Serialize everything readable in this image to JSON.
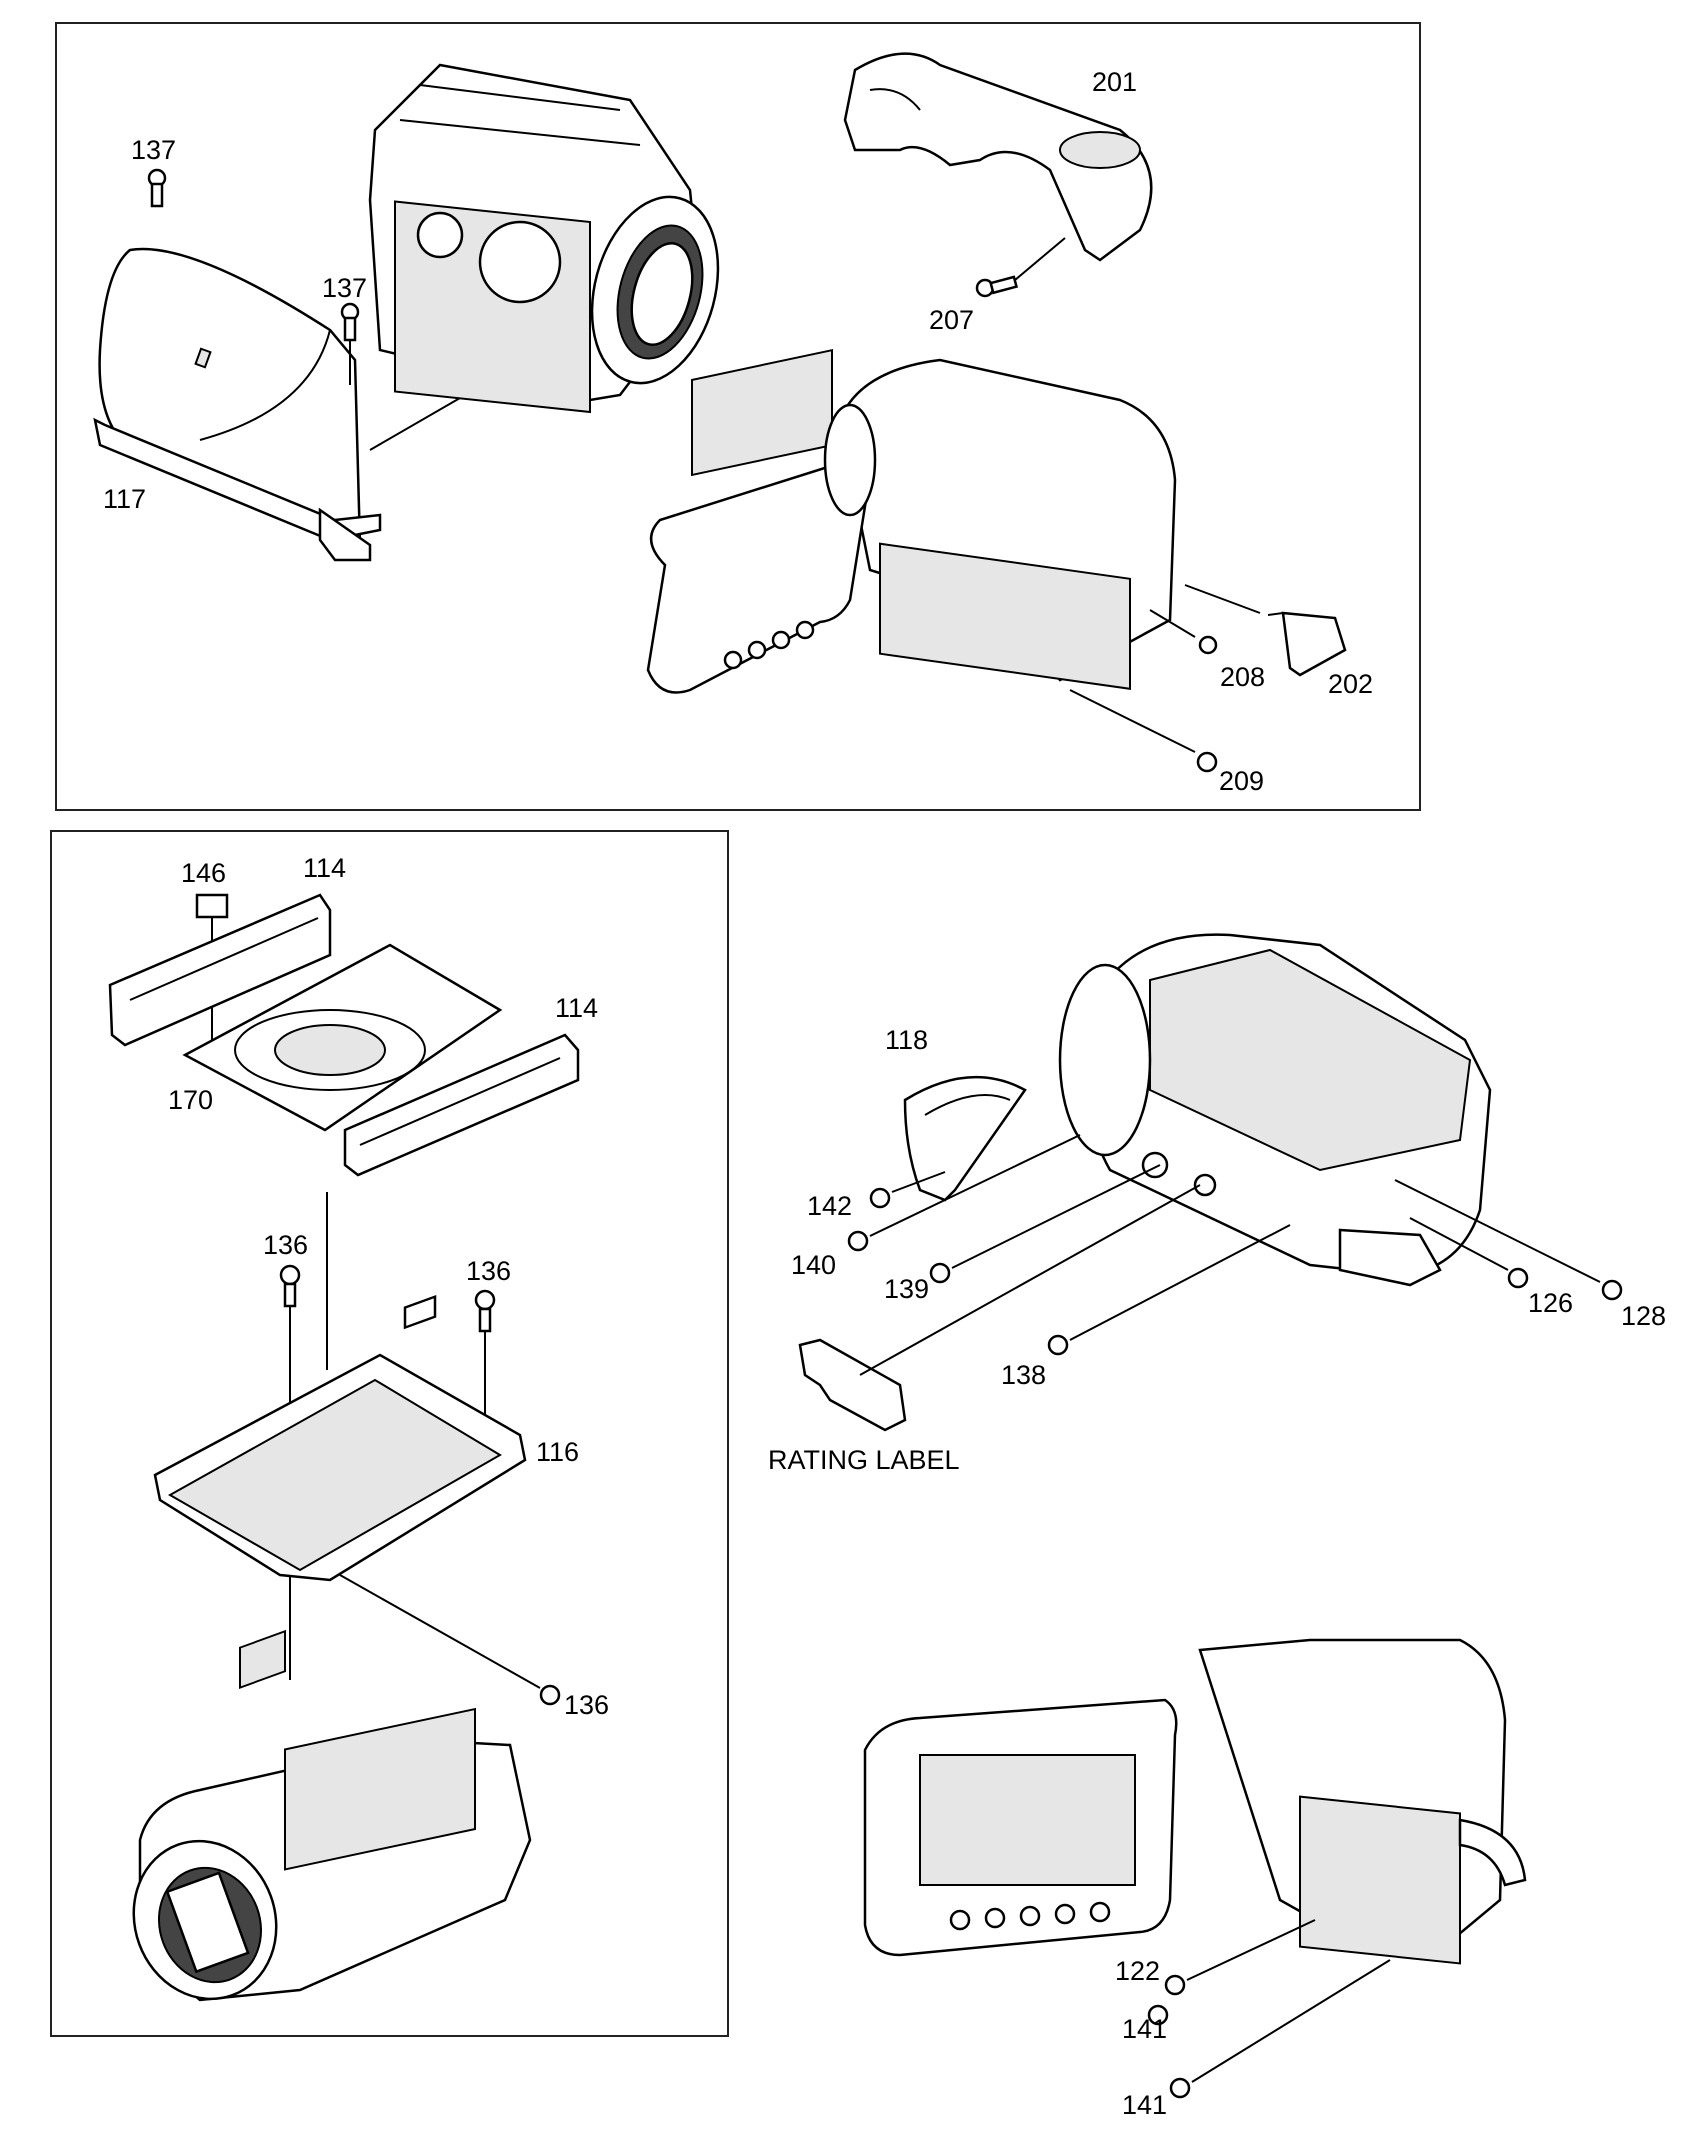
{
  "diagram": {
    "panels": {
      "top": {
        "labels": {
          "p137a": "137",
          "p137b": "137",
          "p117": "117",
          "p201": "201",
          "p207": "207",
          "p208": "208",
          "p202": "202",
          "p209": "209"
        }
      },
      "left": {
        "labels": {
          "p146": "146",
          "p114a": "114",
          "p114b": "114",
          "p170": "170",
          "p136a": "136",
          "p136b": "136",
          "p116": "116",
          "p136c": "136"
        }
      },
      "right_middle": {
        "labels": {
          "p118": "118",
          "p142": "142",
          "p140": "140",
          "p139": "139",
          "p138": "138",
          "p126": "126",
          "p128": "128",
          "rating": "RATING LABEL"
        }
      },
      "right_bottom": {
        "labels": {
          "p122": "122",
          "p141a": "141",
          "p141b": "141"
        }
      }
    }
  }
}
